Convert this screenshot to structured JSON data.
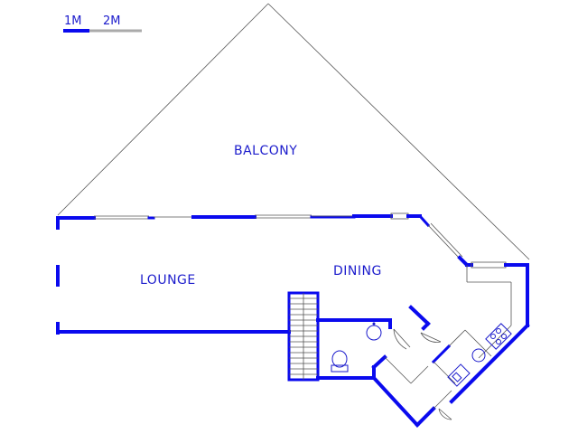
{
  "scale_bar": {
    "label_1": "1M",
    "label_2": "2M"
  },
  "rooms": {
    "balcony": "BALCONY",
    "lounge": "LOUNGE",
    "dining": "DINING"
  },
  "colors": {
    "wall": "#0a0aee",
    "label": "#1c1ccc",
    "outline": "#555555"
  }
}
